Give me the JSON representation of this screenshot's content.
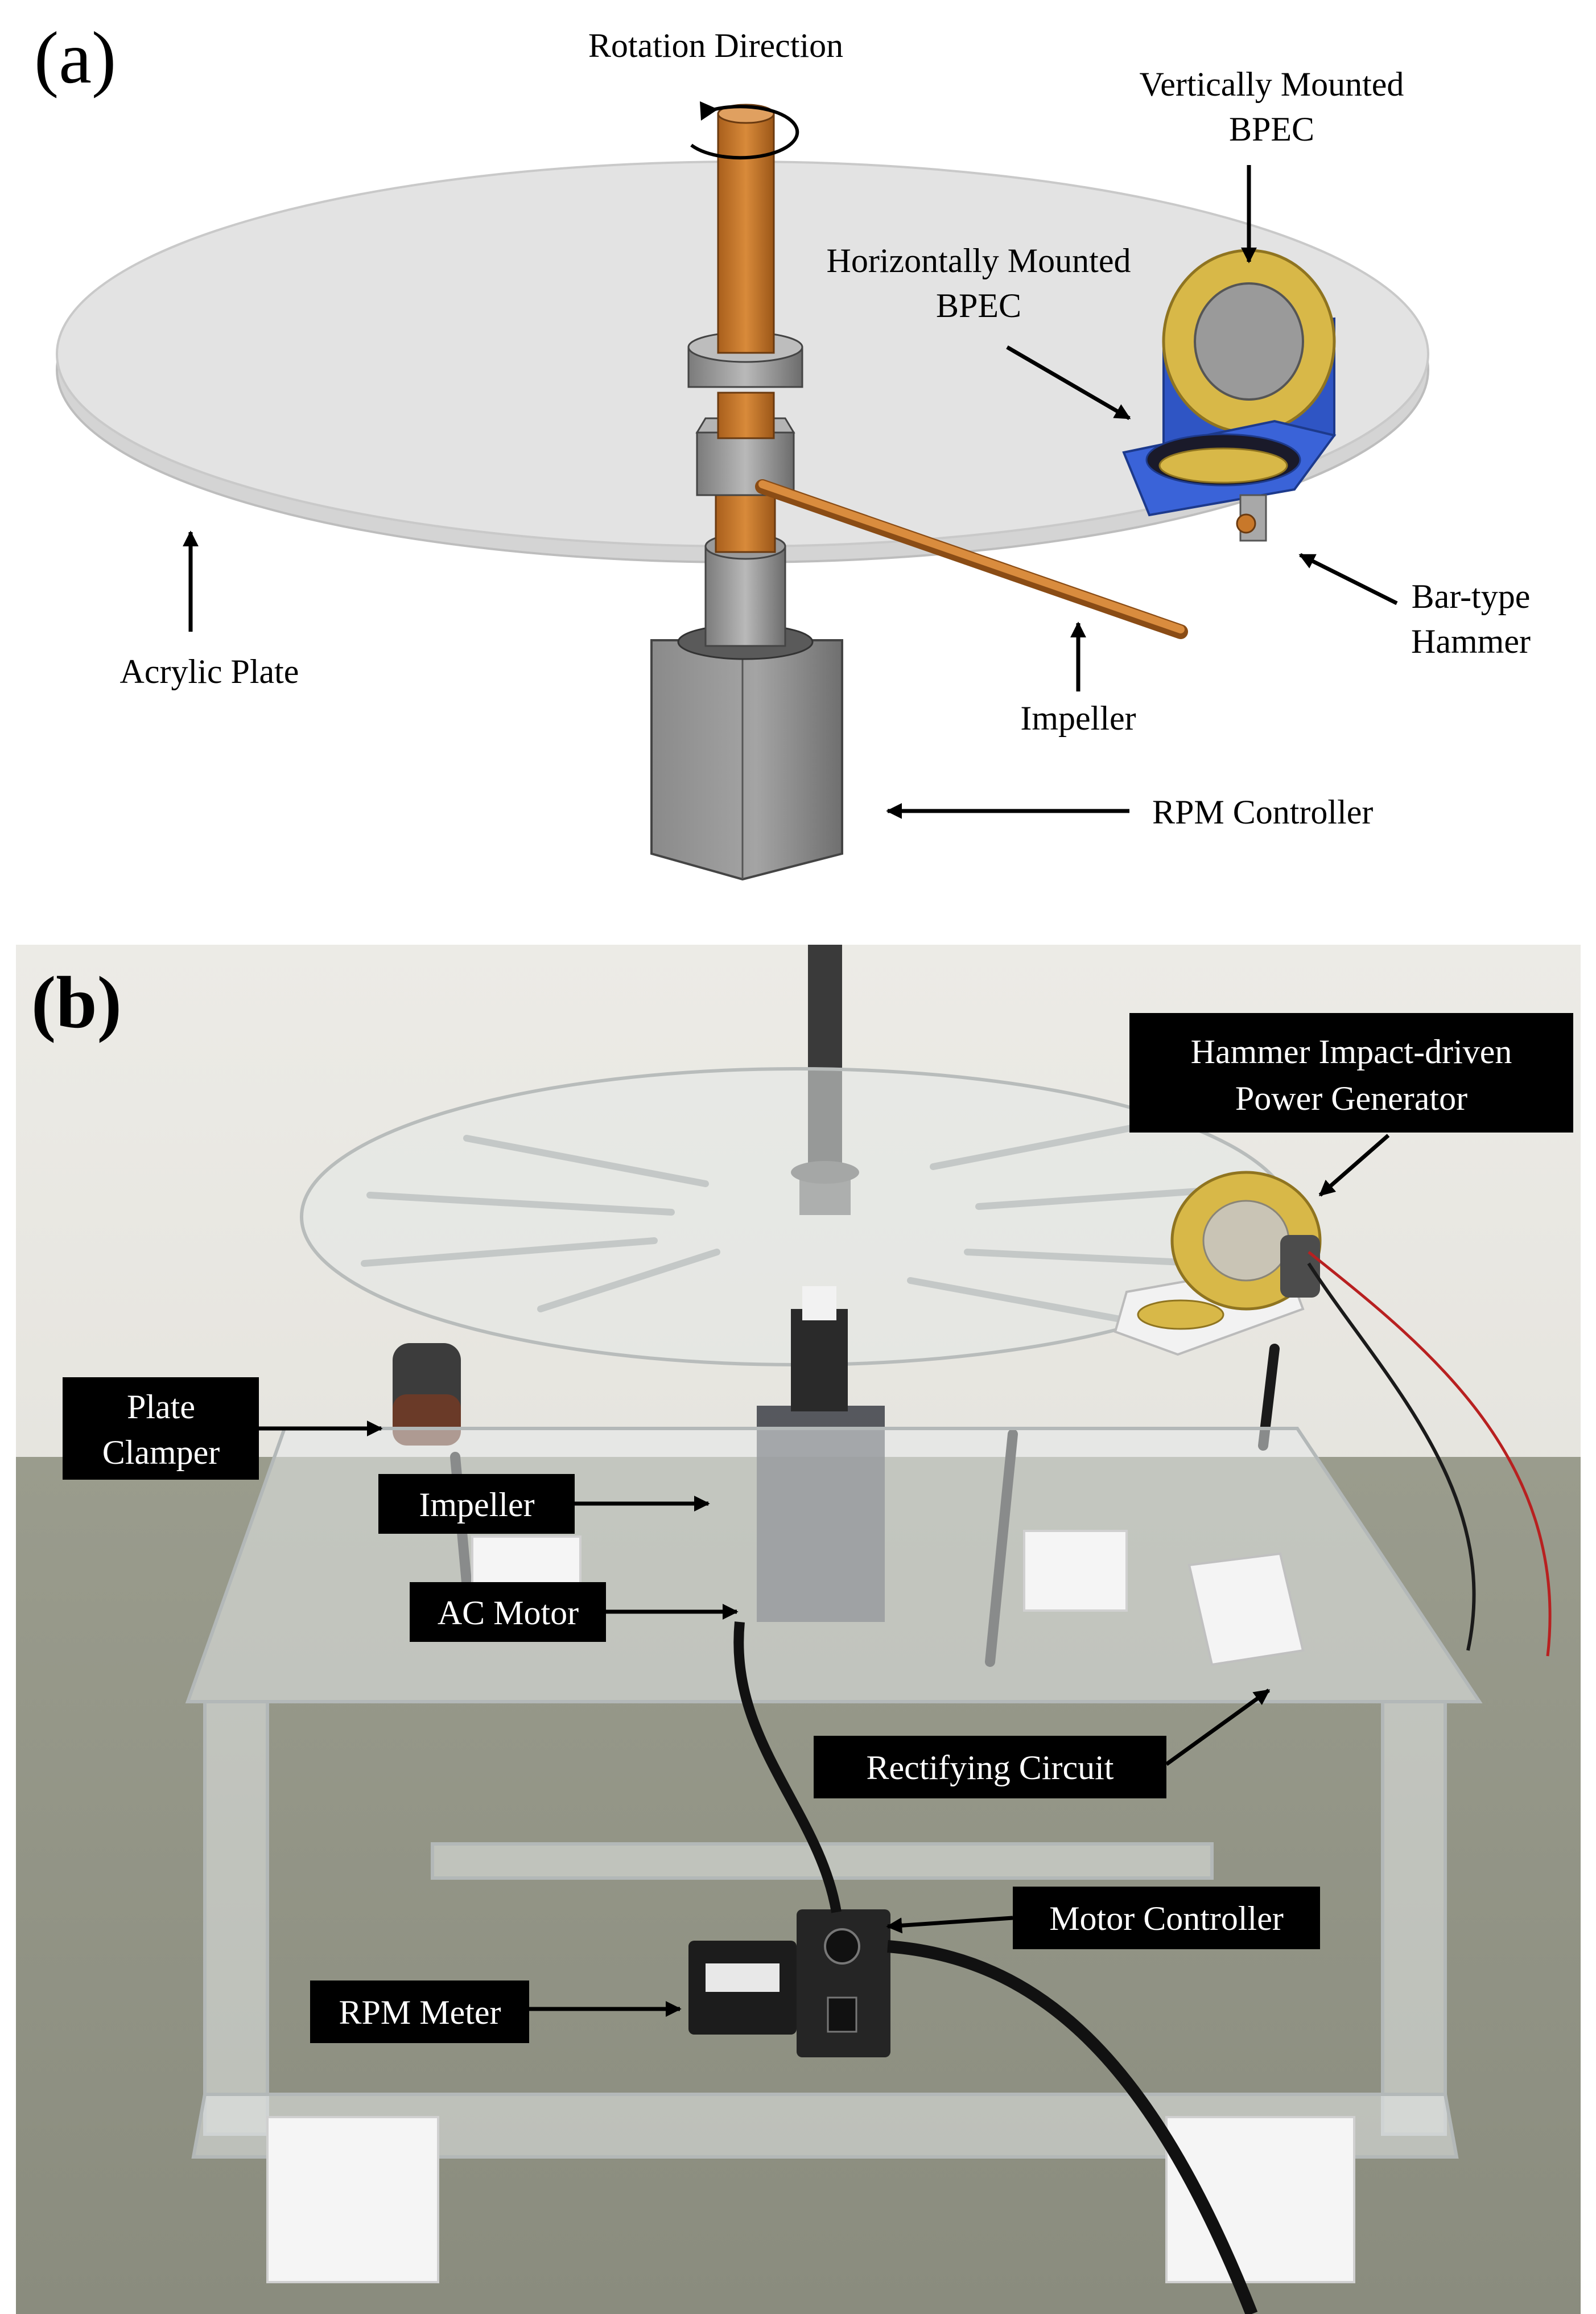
{
  "panel_a": {
    "letter": "(a)",
    "labels": {
      "rotation": "Rotation Direction",
      "vertical_line1": "Vertically Mounted",
      "vertical_line2": "BPEC",
      "horizontal_line1": "Horizontally Mounted",
      "horizontal_line2": "BPEC",
      "hammer_line1": "Bar-type",
      "hammer_line2": "Hammer",
      "acrylic": "Acrylic Plate",
      "impeller": "Impeller",
      "rpm_controller": "RPM Controller"
    }
  },
  "panel_b": {
    "letter": "(b)",
    "labels": {
      "generator_line1": "Hammer Impact-driven",
      "generator_line2": "Power Generator",
      "clamper_line1": "Plate",
      "clamper_line2": "Clamper",
      "impeller": "Impeller",
      "ac_motor": "AC Motor",
      "rectifier": "Rectifying Circuit",
      "motor_controller": "Motor Controller",
      "rpm_meter": "RPM Meter"
    }
  },
  "colors": {
    "shaft": "#c8782a",
    "bpec_brass": "#d8b848",
    "mount_blue": "#3a63d8",
    "plate_grey": "#d6d6d6",
    "box_grey": "#8e8e8e",
    "label_bg": "#000000"
  }
}
